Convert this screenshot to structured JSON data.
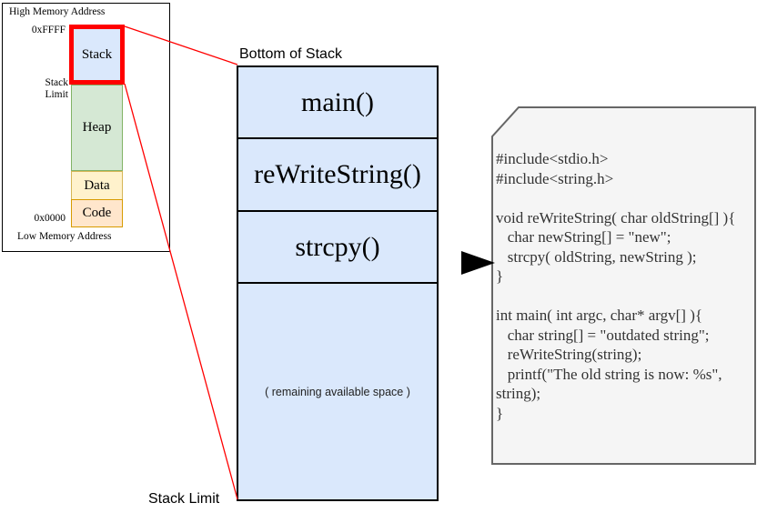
{
  "memory_map": {
    "high_label": "High Memory Address",
    "low_label": "Low Memory Address",
    "addr_top": "0xFFFF",
    "addr_bottom": "0x0000",
    "stack_limit_label": "Stack Limit",
    "regions": [
      {
        "label": "Stack",
        "fill": "#dae8fc",
        "border": "#6c8ebf"
      },
      {
        "label": "Heap",
        "fill": "#d5e8d4",
        "border": "#82b366"
      },
      {
        "label": "Data",
        "fill": "#fff2cc",
        "border": "#d6b656"
      },
      {
        "label": "Code",
        "fill": "#ffe6cc",
        "border": "#d79b00"
      }
    ],
    "highlight_color": "#ff0000"
  },
  "stack_zoom": {
    "top_label": "Bottom of Stack",
    "bottom_label": "Stack Limit",
    "frames": [
      "main()",
      "reWriteString()",
      "strcpy()"
    ],
    "remaining_label": "( remaining available space )",
    "fill": "#dae8fc",
    "border": "#000000"
  },
  "code_note": {
    "fill": "#f5f5f5",
    "border": "#666666",
    "arrow_color": "#000000",
    "lines": [
      "#include<stdio.h>",
      "#include<string.h>",
      "",
      "void reWriteString( char oldString[] ){",
      "   char newString[] = \"new\";",
      "   strcpy( oldString, newString );",
      "}",
      "",
      "int main( int argc, char* argv[] ){",
      "   char string[] = \"outdated string\";",
      "   reWriteString(string);",
      "   printf(\"The old string is now: %s\",",
      "string);",
      "}"
    ]
  }
}
